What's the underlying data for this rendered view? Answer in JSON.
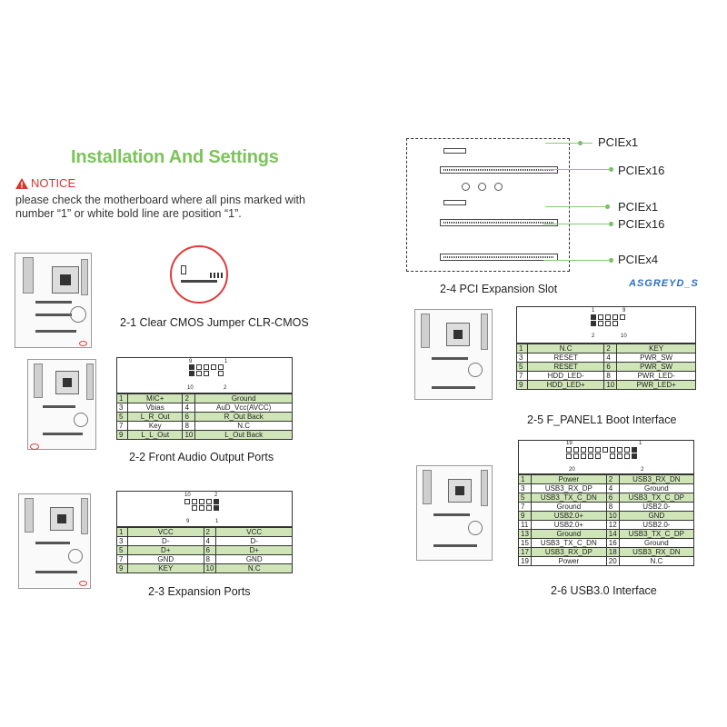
{
  "title": "Installation And Settings",
  "notice": {
    "label": "NOTICE",
    "text": "please check the motherboard where all pins marked with number “1” or white bold line are position “1”."
  },
  "sections": {
    "s21": {
      "caption": "2-1 Clear CMOS Jumper CLR-CMOS"
    },
    "s22": {
      "caption": "2-2    Front Audio Output Ports",
      "header": {
        "tl": "9",
        "tr": "1",
        "bl": "10",
        "br": "2"
      },
      "rows": [
        [
          "1",
          "MIC+",
          "2",
          "Ground"
        ],
        [
          "3",
          "Vbias",
          "4",
          "AuD_Vcc(AVCC)"
        ],
        [
          "5",
          "L_R_Out",
          "6",
          "R_Out Back"
        ],
        [
          "7",
          "Key",
          "8",
          "N.C"
        ],
        [
          "9",
          "L_L_Out",
          "10",
          "L_Out Back"
        ]
      ]
    },
    "s23": {
      "caption": "2-3   Expansion Ports",
      "header": {
        "tl": "10",
        "tr": "2",
        "bl": "9",
        "br": "1"
      },
      "rows": [
        [
          "1",
          "VCC",
          "2",
          "VCC"
        ],
        [
          "3",
          "D-",
          "4",
          "D-"
        ],
        [
          "5",
          "D+",
          "6",
          "D+"
        ],
        [
          "7",
          "GND",
          "8",
          "GND"
        ],
        [
          "9",
          "KEY",
          "10",
          "N.C"
        ]
      ]
    },
    "s24": {
      "caption": "2-4   PCI Expansion Slot",
      "slots": [
        "PCIEx1",
        "PCIEx16",
        "PCIEx1",
        "PCIEx16",
        "PCIEx4"
      ],
      "logo": "ASGREYD_S"
    },
    "s25": {
      "caption": "2-5   F_PANEL1 Boot Interface",
      "header": {
        "tl": "1",
        "tr": "9",
        "bl": "2",
        "br": "10"
      },
      "rows": [
        [
          "1",
          "N.C",
          "2",
          "KEY"
        ],
        [
          "3",
          "RESET",
          "4",
          "PWR_SW"
        ],
        [
          "5",
          "RESET",
          "6",
          "PWR_SW"
        ],
        [
          "7",
          "HDD_LED-",
          "8",
          "PWR_LED-"
        ],
        [
          "9",
          "HDD_LED+",
          "10",
          "PWR_LED+"
        ]
      ]
    },
    "s26": {
      "caption": "2-6   USB3.0 Interface",
      "header": {
        "tl": "19",
        "tr": "1",
        "bl": "20",
        "br": "2"
      },
      "rows": [
        [
          "1",
          "Power",
          "2",
          "USB3_RX_DN"
        ],
        [
          "3",
          "USB3_RX_DP",
          "4",
          "Ground"
        ],
        [
          "5",
          "USB3_TX_C_DN",
          "6",
          "USB3_TX_C_DP"
        ],
        [
          "7",
          "Ground",
          "8",
          "USB2.0-"
        ],
        [
          "9",
          "USB2.0+",
          "10",
          "GND"
        ],
        [
          "11",
          "USB2.0+",
          "12",
          "USB2.0-"
        ],
        [
          "13",
          "Ground",
          "14",
          "USB3_TX_C_DP"
        ],
        [
          "15",
          "USB3_TX_C_DN",
          "16",
          "Ground"
        ],
        [
          "17",
          "USB3_RX_DP",
          "18",
          "USB3_RX_DN"
        ],
        [
          "19",
          "Power",
          "20",
          "N.C"
        ]
      ]
    }
  },
  "colors": {
    "accent": "#7cc35a",
    "notice": "#d8362f",
    "row_highlight": "#cfe5b8"
  }
}
